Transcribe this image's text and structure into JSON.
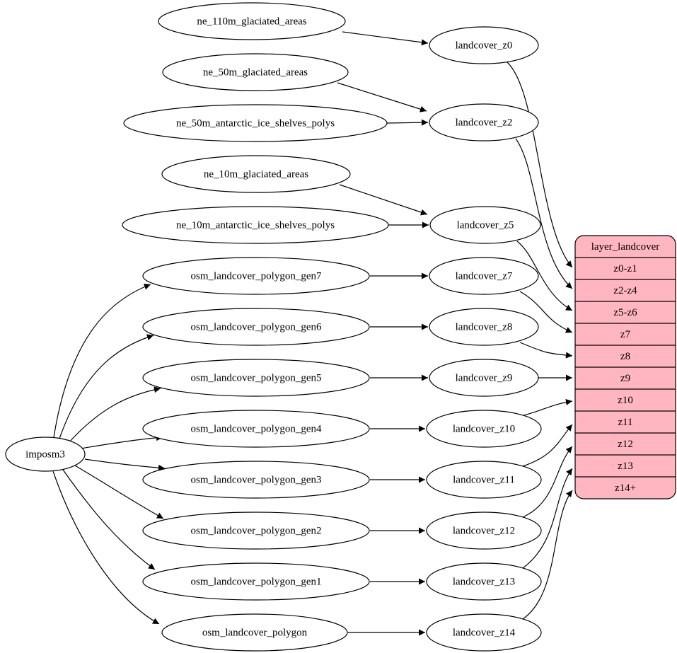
{
  "diagram": {
    "type": "graphviz-etl-flow",
    "colors": {
      "background": "#ffffff",
      "node_fill": "#ffffff",
      "node_stroke": "#000000",
      "edge": "#000000",
      "record_fill": "#ffb6c1",
      "text": "#000000"
    },
    "nodes": {
      "imposm3": "imposm3",
      "ne_110m_glaciated_areas": "ne_110m_glaciated_areas",
      "ne_50m_glaciated_areas": "ne_50m_glaciated_areas",
      "ne_50m_antarctic_ice_shelves_polys": "ne_50m_antarctic_ice_shelves_polys",
      "ne_10m_glaciated_areas": "ne_10m_glaciated_areas",
      "ne_10m_antarctic_ice_shelves_polys": "ne_10m_antarctic_ice_shelves_polys",
      "osm_landcover_polygon_gen7": "osm_landcover_polygon_gen7",
      "osm_landcover_polygon_gen6": "osm_landcover_polygon_gen6",
      "osm_landcover_polygon_gen5": "osm_landcover_polygon_gen5",
      "osm_landcover_polygon_gen4": "osm_landcover_polygon_gen4",
      "osm_landcover_polygon_gen3": "osm_landcover_polygon_gen3",
      "osm_landcover_polygon_gen2": "osm_landcover_polygon_gen2",
      "osm_landcover_polygon_gen1": "osm_landcover_polygon_gen1",
      "osm_landcover_polygon": "osm_landcover_polygon",
      "landcover_z0": "landcover_z0",
      "landcover_z2": "landcover_z2",
      "landcover_z5": "landcover_z5",
      "landcover_z7": "landcover_z7",
      "landcover_z8": "landcover_z8",
      "landcover_z9": "landcover_z9",
      "landcover_z10": "landcover_z10",
      "landcover_z11": "landcover_z11",
      "landcover_z12": "landcover_z12",
      "landcover_z13": "landcover_z13",
      "landcover_z14": "landcover_z14"
    },
    "record": {
      "title": "layer_landcover",
      "rows": [
        "z0-z1",
        "z2-z4",
        "z5-z6",
        "z7",
        "z8",
        "z9",
        "z10",
        "z11",
        "z12",
        "z13",
        "z14+"
      ]
    },
    "edges": [
      {
        "from": "imposm3",
        "to": "osm_landcover_polygon_gen7"
      },
      {
        "from": "imposm3",
        "to": "osm_landcover_polygon_gen6"
      },
      {
        "from": "imposm3",
        "to": "osm_landcover_polygon_gen5"
      },
      {
        "from": "imposm3",
        "to": "osm_landcover_polygon_gen4"
      },
      {
        "from": "imposm3",
        "to": "osm_landcover_polygon_gen3"
      },
      {
        "from": "imposm3",
        "to": "osm_landcover_polygon_gen2"
      },
      {
        "from": "imposm3",
        "to": "osm_landcover_polygon_gen1"
      },
      {
        "from": "imposm3",
        "to": "osm_landcover_polygon"
      },
      {
        "from": "ne_110m_glaciated_areas",
        "to": "landcover_z0"
      },
      {
        "from": "ne_50m_glaciated_areas",
        "to": "landcover_z2"
      },
      {
        "from": "ne_50m_antarctic_ice_shelves_polys",
        "to": "landcover_z2"
      },
      {
        "from": "ne_10m_glaciated_areas",
        "to": "landcover_z5"
      },
      {
        "from": "ne_10m_antarctic_ice_shelves_polys",
        "to": "landcover_z5"
      },
      {
        "from": "osm_landcover_polygon_gen7",
        "to": "landcover_z7"
      },
      {
        "from": "osm_landcover_polygon_gen6",
        "to": "landcover_z8"
      },
      {
        "from": "osm_landcover_polygon_gen5",
        "to": "landcover_z9"
      },
      {
        "from": "osm_landcover_polygon_gen4",
        "to": "landcover_z10"
      },
      {
        "from": "osm_landcover_polygon_gen3",
        "to": "landcover_z11"
      },
      {
        "from": "osm_landcover_polygon_gen2",
        "to": "landcover_z12"
      },
      {
        "from": "osm_landcover_polygon_gen1",
        "to": "landcover_z13"
      },
      {
        "from": "osm_landcover_polygon",
        "to": "landcover_z14"
      },
      {
        "from": "landcover_z0",
        "to": "layer_landcover:z0-z1"
      },
      {
        "from": "landcover_z2",
        "to": "layer_landcover:z2-z4"
      },
      {
        "from": "landcover_z5",
        "to": "layer_landcover:z5-z6"
      },
      {
        "from": "landcover_z7",
        "to": "layer_landcover:z7"
      },
      {
        "from": "landcover_z8",
        "to": "layer_landcover:z8"
      },
      {
        "from": "landcover_z9",
        "to": "layer_landcover:z9"
      },
      {
        "from": "landcover_z10",
        "to": "layer_landcover:z10"
      },
      {
        "from": "landcover_z11",
        "to": "layer_landcover:z11"
      },
      {
        "from": "landcover_z12",
        "to": "layer_landcover:z12"
      },
      {
        "from": "landcover_z13",
        "to": "layer_landcover:z13"
      },
      {
        "from": "landcover_z14",
        "to": "layer_landcover:z14+"
      }
    ]
  }
}
